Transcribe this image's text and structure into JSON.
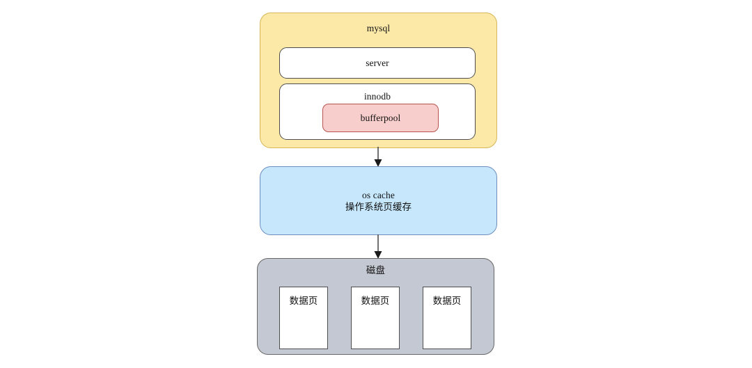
{
  "diagram": {
    "title": "mysql storage hierarchy",
    "colors": {
      "mysql_fill": "#fce9a8",
      "mysql_stroke": "#d6b656",
      "white_fill": "#ffffff",
      "bufferpool_fill": "#f8cecc",
      "bufferpool_stroke": "#b85450",
      "oscache_fill": "#c7e8fc",
      "oscache_stroke": "#6c8ebf",
      "disk_fill": "#c4c8d2",
      "disk_stroke": "#666666",
      "text": "#111111",
      "arrow": "#4d4d4d"
    },
    "nodes": {
      "mysql": {
        "label": "mysql"
      },
      "server": {
        "label": "server"
      },
      "innodb": {
        "label": "innodb"
      },
      "bufferpool": {
        "label": "bufferpool"
      },
      "oscache": {
        "label_en": "os cache",
        "label_zh": "操作系统页缓存"
      },
      "disk": {
        "label": "磁盘"
      }
    },
    "pages": [
      {
        "label": "数据页"
      },
      {
        "label": "数据页"
      },
      {
        "label": "数据页"
      }
    ],
    "arrows": [
      {
        "from": "mysql",
        "to": "oscache",
        "label": ""
      },
      {
        "from": "oscache",
        "to": "disk",
        "label": ""
      }
    ]
  }
}
